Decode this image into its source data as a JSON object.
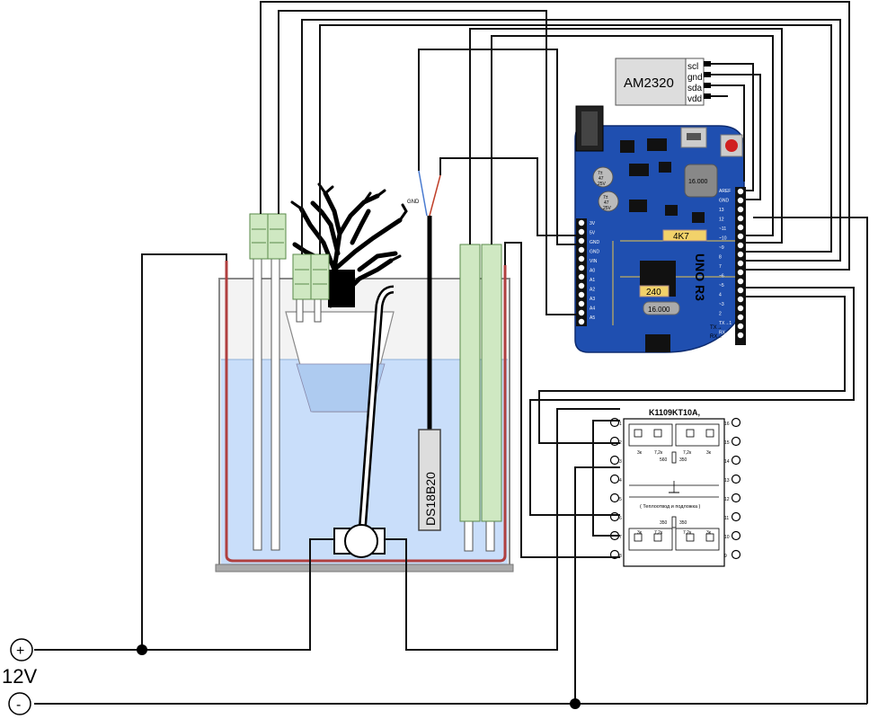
{
  "sensor_module": {
    "name": "AM2320",
    "pins": [
      "scl",
      "gnd",
      "sda",
      "vdd"
    ]
  },
  "arduino": {
    "model": "UNO R3",
    "resistor_top": "4K7",
    "resistor_bottom": "240",
    "crystal": "16.000",
    "crystal_small": "16.000",
    "cap1": [
      "7±",
      "47",
      "25V"
    ],
    "cap2": [
      "7±",
      "47",
      "25V"
    ],
    "left_pins": [
      "3V",
      "5V",
      "GND",
      "GND",
      "VIN",
      "A0",
      "A1",
      "A2",
      "A3",
      "A4",
      "A5"
    ],
    "right_pins": [
      "AREF",
      "GND",
      "13",
      "12",
      "~11",
      "~10",
      "~9",
      "8",
      "7",
      "~6",
      "~5",
      "4",
      "~3",
      "2",
      "TX→1",
      "RX←0"
    ],
    "tx_label": "TX→",
    "rx_label": "RX←"
  },
  "driver_ic": {
    "name": "K1109KT10A,",
    "note": "( Теплоотвод и подложка )",
    "resistors_top": [
      "3к",
      "7,2к",
      "7,2к",
      "3к",
      "560",
      "350"
    ],
    "resistors_bottom": [
      "350",
      "350",
      "3к",
      "7,2к",
      "7,2к",
      "3к"
    ],
    "left_pins": [
      "1",
      "2",
      "3",
      "4",
      "5",
      "6",
      "7",
      "8"
    ],
    "right_pins": [
      "16",
      "15",
      "14",
      "13",
      "12",
      "11",
      "10",
      "9"
    ]
  },
  "temp_probe": {
    "label": "DS18B20",
    "gnd_label": "GND"
  },
  "power": {
    "voltage": "12V",
    "plus": "+",
    "minus": "-"
  },
  "colors": {
    "board": "#1f4fb0",
    "water": "#c5dcf7",
    "heater": "#b04040",
    "probe_green": "#cfe8c2"
  }
}
